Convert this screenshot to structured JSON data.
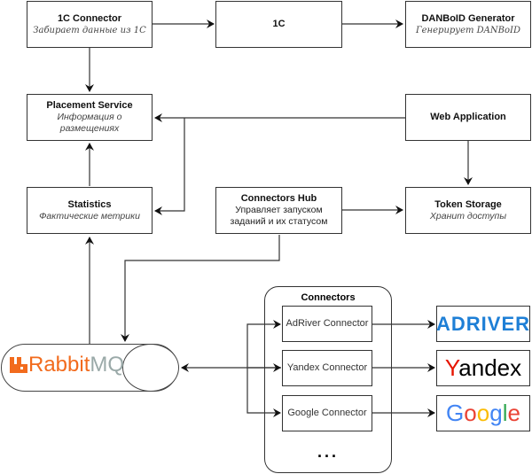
{
  "nodes": {
    "connector_1c": {
      "title": "1C Connector",
      "subtitle": "Забирает данные из 1C"
    },
    "system_1c": {
      "title": "1C"
    },
    "danboid": {
      "title": "DANBoID Generator",
      "subtitle": "Генерирует DANBoID"
    },
    "placement": {
      "title": "Placement Service",
      "subtitle": "Информация о размещениях"
    },
    "webapp": {
      "title": "Web Application"
    },
    "statistics": {
      "title": "Statistics",
      "subtitle": "Фактические метрики"
    },
    "hub": {
      "title": "Connectors Hub",
      "subtitle": "Управляет запуском заданий и их статусом"
    },
    "token": {
      "title": "Token Storage",
      "subtitle": "Хранит доступы"
    },
    "rabbitmq": {
      "label_rabbit": "Rabbit",
      "label_mq": "MQ",
      "icon": "rabbitmq-logo-icon"
    }
  },
  "connectors_group": {
    "title": "Connectors",
    "items": [
      "AdRiver Connector",
      "Yandex Connector",
      "Google Connector"
    ],
    "more": "..."
  },
  "external": {
    "adriver": "ADRIVER",
    "yandex_first": "Y",
    "yandex_rest": "andex",
    "google": [
      "G",
      "o",
      "o",
      "g",
      "l",
      "e"
    ],
    "google_colors": [
      "#4285f4",
      "#ea4335",
      "#fbbc05",
      "#4285f4",
      "#34a853",
      "#ea4335"
    ]
  }
}
